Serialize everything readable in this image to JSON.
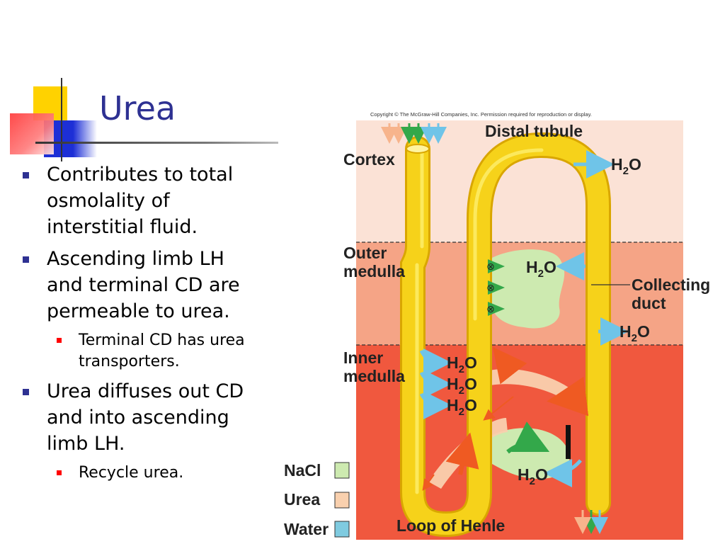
{
  "slide": {
    "title": "Urea",
    "bullets": [
      {
        "level": 1,
        "text": "Contributes to total osmolality of interstitial fluid."
      },
      {
        "level": 1,
        "text": "Ascending limb LH and terminal CD are permeable to urea."
      },
      {
        "level": 2,
        "text": "Terminal CD has urea transporters."
      },
      {
        "level": 1,
        "text": "Urea diffuses out CD and into ascending limb LH."
      },
      {
        "level": 2,
        "text": "Recycle urea."
      }
    ]
  },
  "figure": {
    "copyright": "Copyright © The McGraw-Hill Companies, Inc. Permission required for reproduction or display.",
    "regions": {
      "cortex": "Cortex",
      "outer_1": "Outer",
      "outer_2": "medulla",
      "inner_1": "Inner",
      "inner_2": "medulla"
    },
    "labels": {
      "distal_tubule": "Distal tubule",
      "collecting_1": "Collecting",
      "collecting_2": "duct",
      "loop": "Loop of Henle",
      "water_formula": "H",
      "water_sub": "2",
      "water_tail": "O"
    },
    "legend": [
      {
        "label": "NaCl",
        "color": "#cdeab0"
      },
      {
        "label": "Urea",
        "color": "#f9d0ae"
      },
      {
        "label": "Water",
        "color": "#7fcbe0"
      }
    ],
    "colors": {
      "cortex_bg": "#fbe2d6",
      "outer_bg": "#f5a486",
      "inner_bg": "#f0583e",
      "tube": "#f6d21a",
      "tube_edge": "#d9a600",
      "nacl": "#cdeab0",
      "water_arrow": "#6fc4e8",
      "urea_arrow": "#ef5a22",
      "nacl_arrow": "#33a84a"
    }
  }
}
